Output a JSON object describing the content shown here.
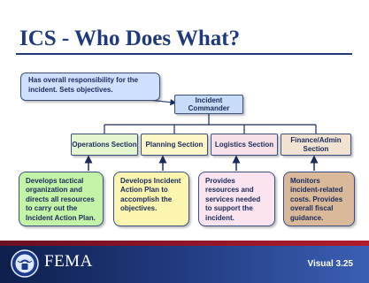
{
  "title": "ICS - Who Does What?",
  "callout": "Has overall responsibility for the incident.  Sets objectives.",
  "incident_commander": "Incident Commander",
  "sections": [
    {
      "label": "Operations Section",
      "color": "#e3f6cf",
      "description": "Develops tactical organization and directs all resources to carry out the Incident Action Plan."
    },
    {
      "label": "Planning Section",
      "color": "#fdf6c6",
      "description": "Develops Incident Action Plan to accomplish the objectives."
    },
    {
      "label": "Logistics Section",
      "color": "#f8e0e8",
      "description": "Provides resources and services needed to support the incident."
    },
    {
      "label": "Finance/Admin Section",
      "color": "#f1e2d2",
      "description": "Monitors incident-related costs.  Provides overall fiscal guidance."
    }
  ],
  "footer": {
    "logo_text": "FEMA",
    "page_label": "Visual 3.25"
  }
}
